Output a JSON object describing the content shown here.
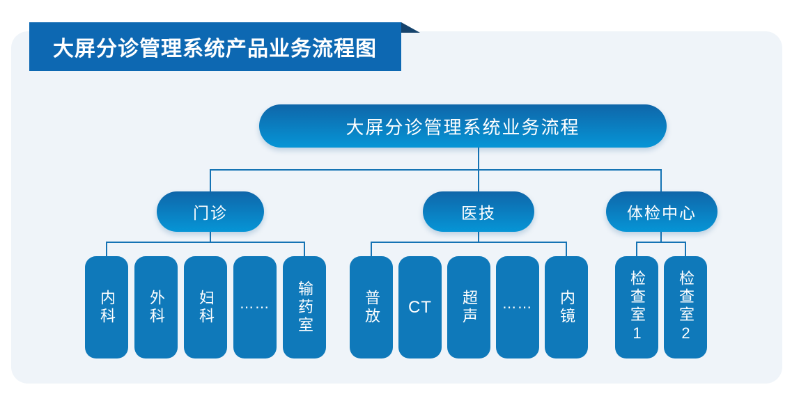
{
  "header": {
    "title": "大屏分诊管理系统产品业务流程图"
  },
  "chart": {
    "type": "flowchart",
    "root": {
      "label": "大屏分诊管理系统业务流程"
    },
    "branches": [
      {
        "label": "门诊",
        "children": [
          {
            "label": "内科"
          },
          {
            "label": "外科"
          },
          {
            "label": "妇科"
          },
          {
            "label": "⋯⋯"
          },
          {
            "label": "输药室"
          }
        ]
      },
      {
        "label": "医技",
        "children": [
          {
            "label": "普放"
          },
          {
            "label": "CT"
          },
          {
            "label": "超声"
          },
          {
            "label": "⋯⋯"
          },
          {
            "label": "内镜"
          }
        ]
      },
      {
        "label": "体检中心",
        "children": [
          {
            "label": "检查室1"
          },
          {
            "label": "检查室2"
          }
        ]
      }
    ]
  },
  "colors": {
    "panel_bg": "#eff4f9",
    "ribbon": "#0d68b2",
    "ribbon_fold": "#15436c",
    "connector": "#1573b4",
    "node_gradient_top": "#0f66a9",
    "node_gradient_bottom": "#0695d6",
    "leaf_fill": "#0f79ba",
    "node_text": "#ffffff"
  }
}
